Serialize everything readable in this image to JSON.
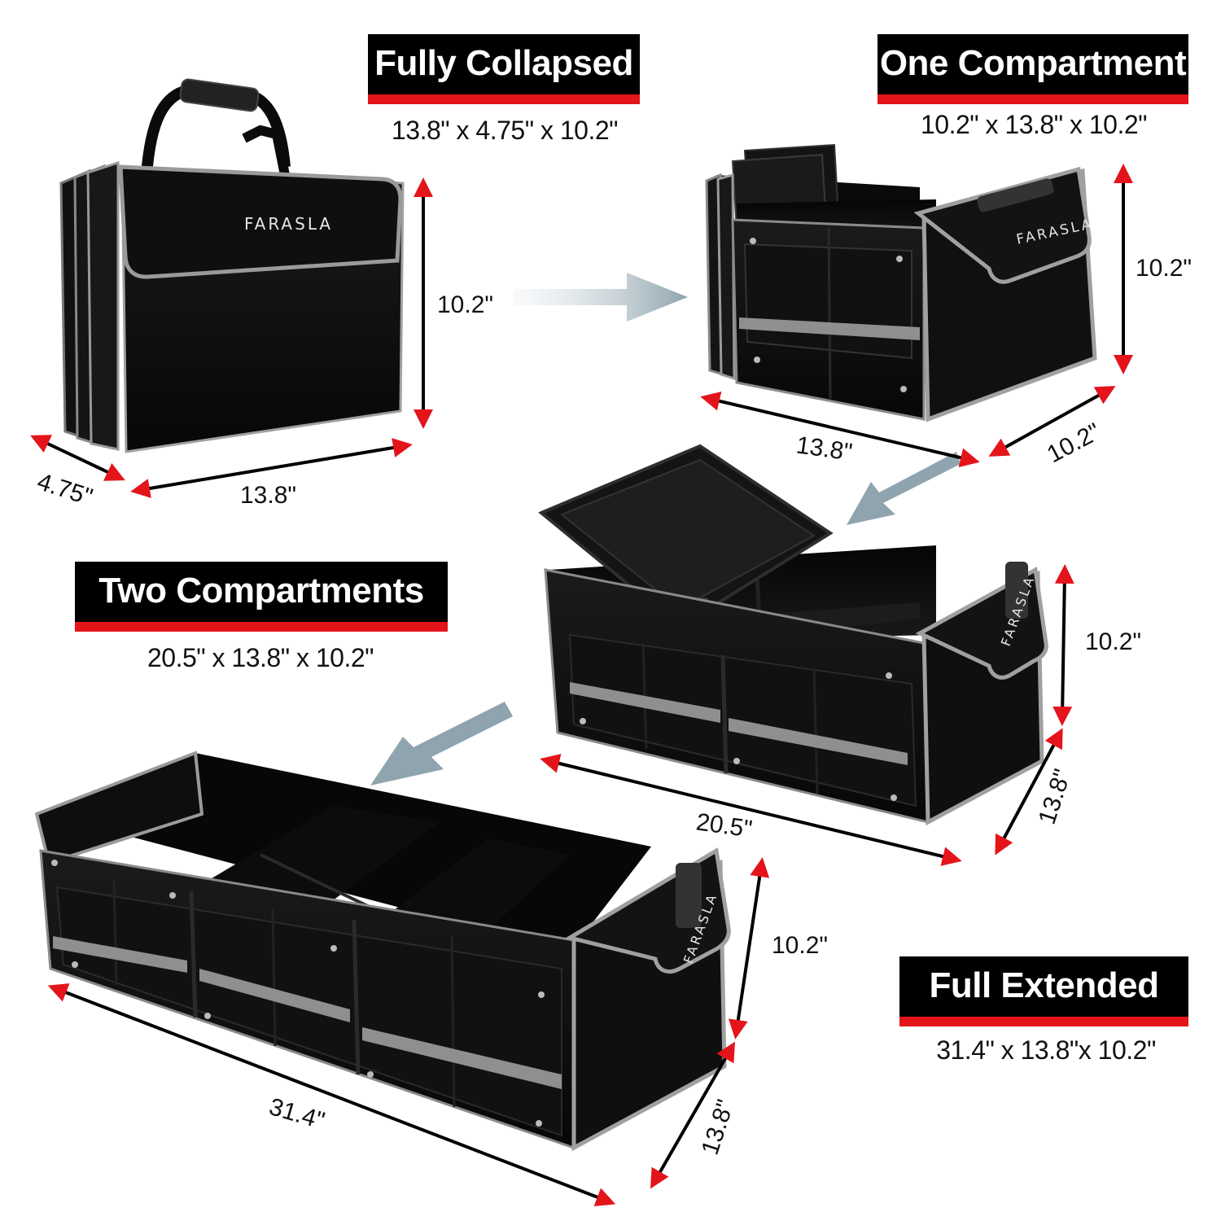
{
  "sections": {
    "collapsed": {
      "title": "Fully Collapsed",
      "dims": "13.8\" x 4.75\" x 10.2\"",
      "height": "10.2\"",
      "depth": "4.75\"",
      "width": "13.8\""
    },
    "one": {
      "title": "One Compartment",
      "dims": "10.2\" x 13.8\" x 10.2\"",
      "height": "10.2\"",
      "width": "13.8\"",
      "depth": "10.2\""
    },
    "two": {
      "title": "Two Compartments",
      "dims": "20.5\" x 13.8\" x 10.2\"",
      "height": "10.2\"",
      "width": "20.5\"",
      "depth": "13.8\""
    },
    "full": {
      "title": "Full Extended",
      "dims": "31.4\" x 13.8\"x 10.2\"",
      "height": "10.2\"",
      "width": "31.4\"",
      "depth": "13.8\""
    }
  },
  "brand": "FARASLA",
  "colors": {
    "accent_red": "#e4141b",
    "bag_black": "#0d0d0d",
    "trim_grey": "#9a9a9a",
    "arrow_grey": "#8fa4ae"
  }
}
